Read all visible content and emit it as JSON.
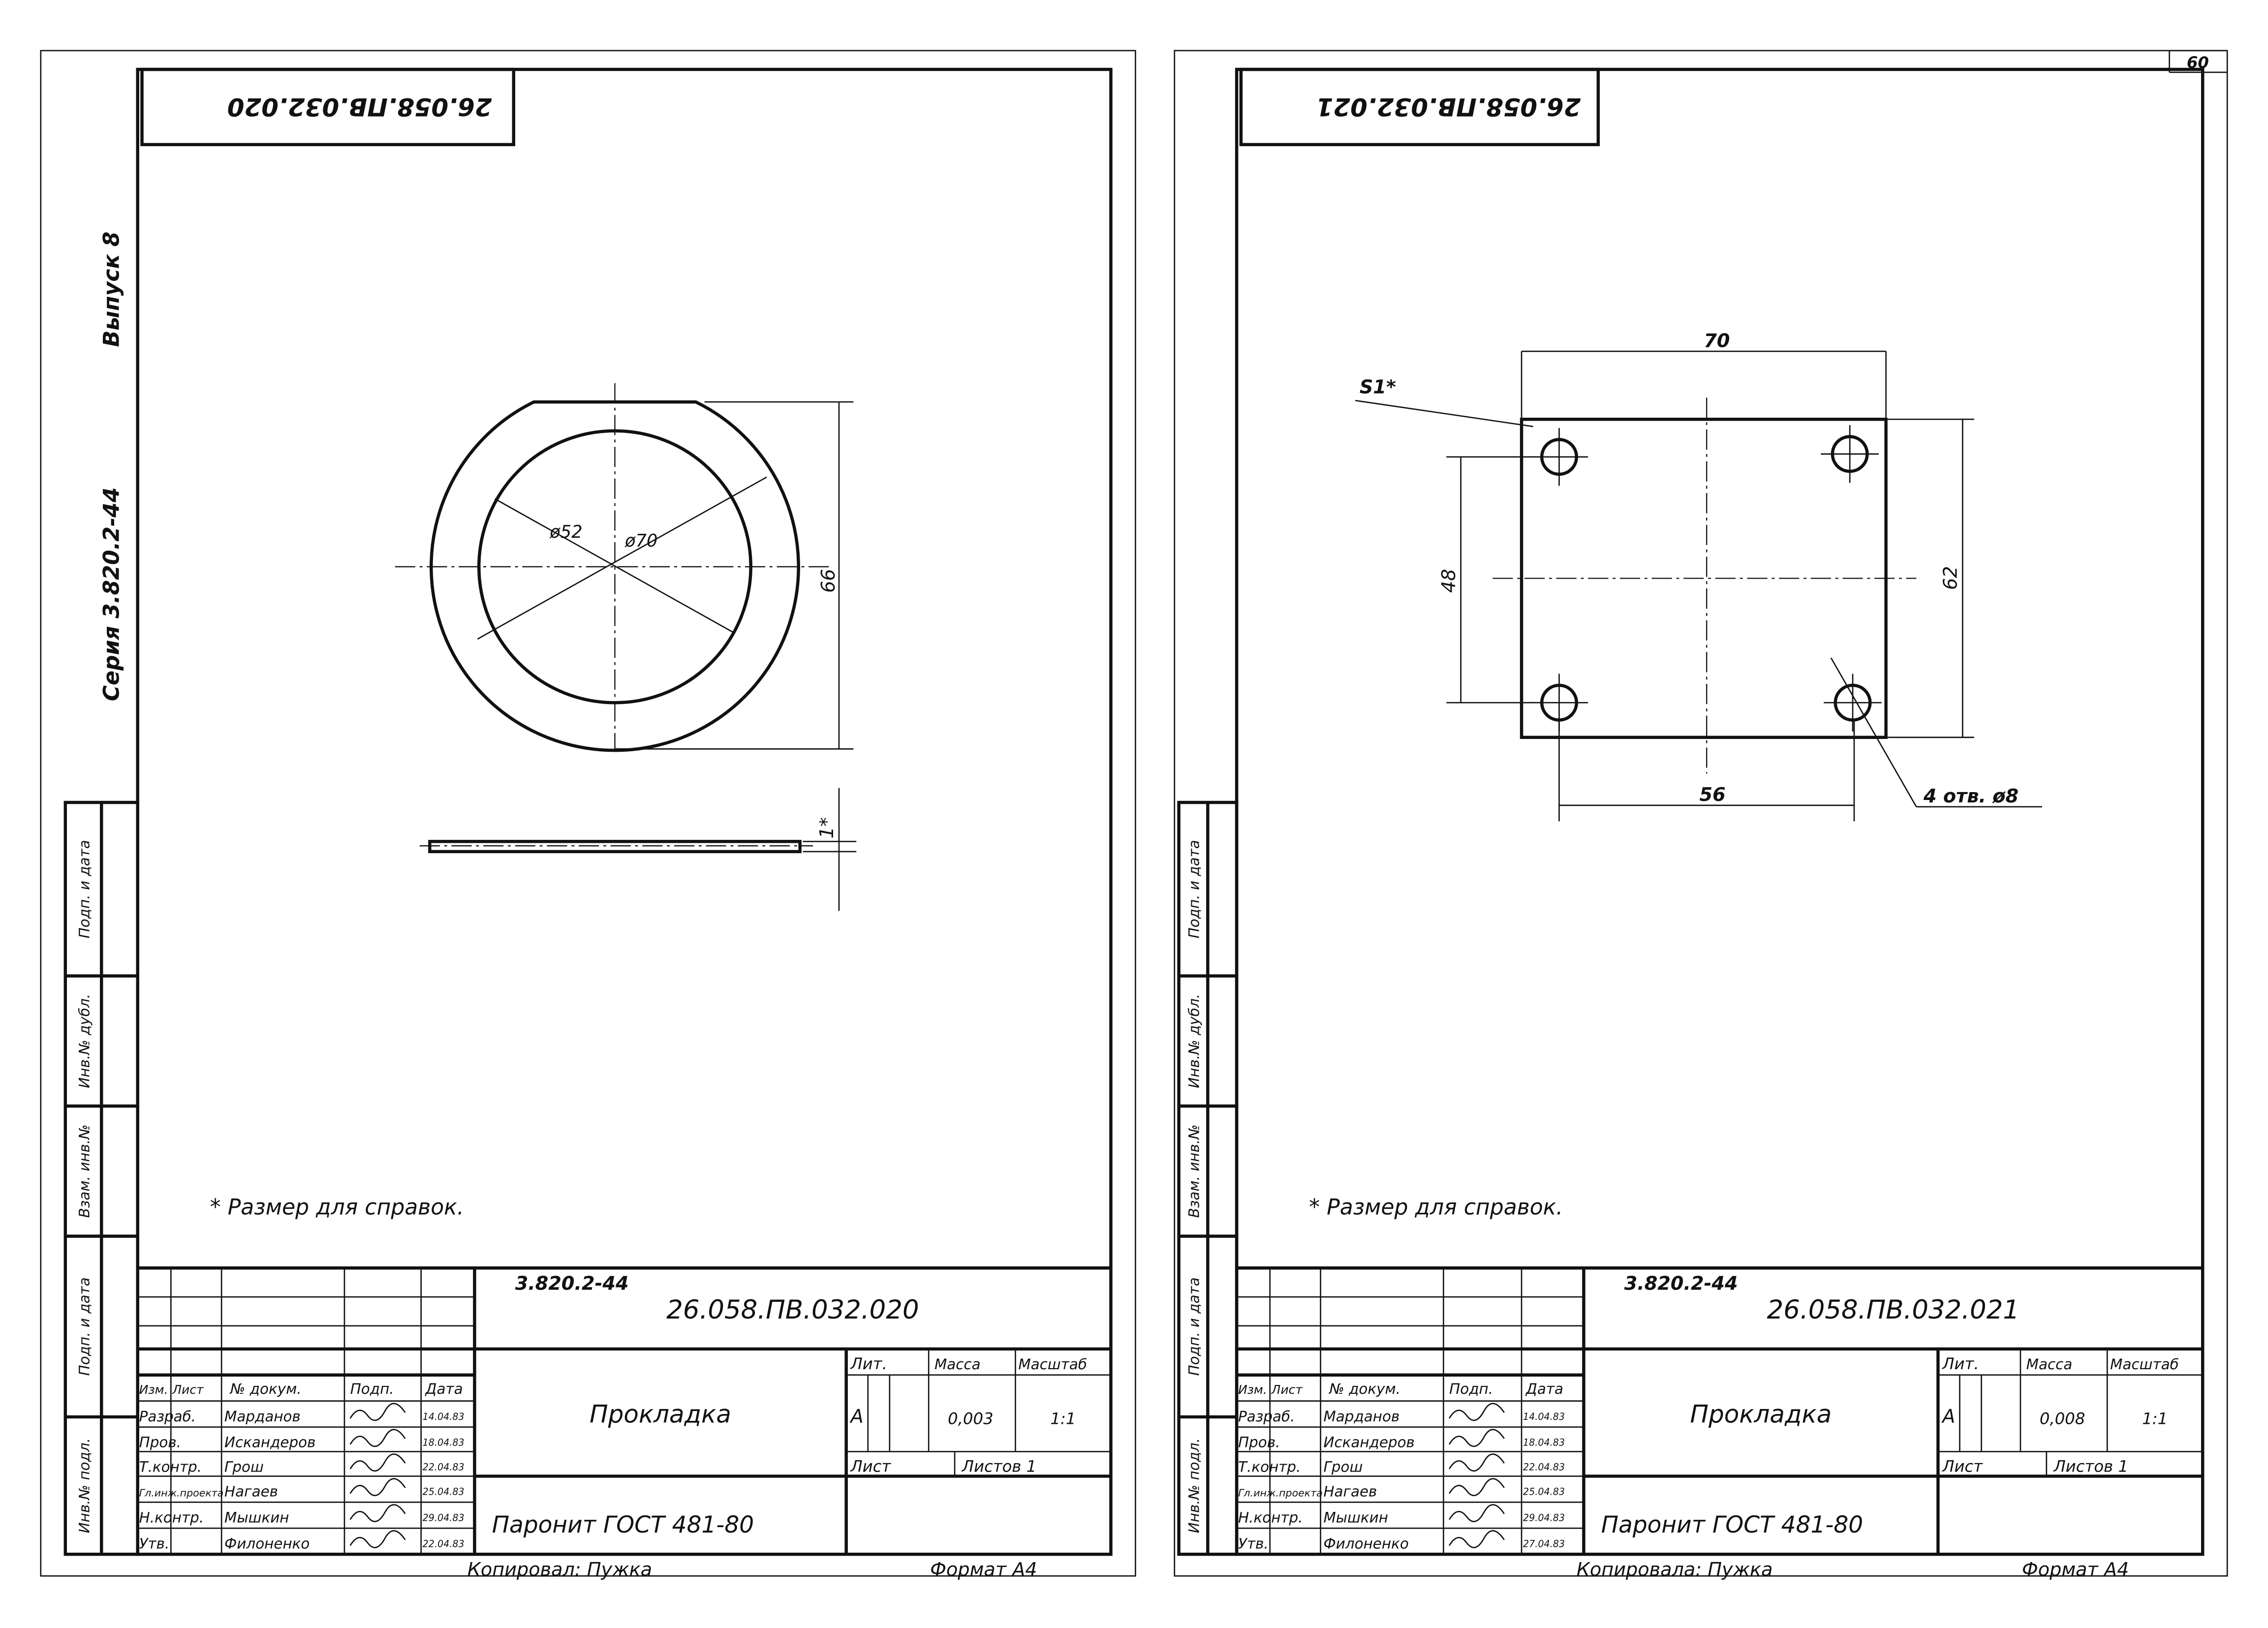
{
  "page_number": "60",
  "series": "Серия 3.820.2-44",
  "issue": "Выпуск 8",
  "side_strip": [
    "Подп. и дата",
    "Инв.№ дубл.",
    "Взам. инв.№",
    "Подп. и дата",
    "Инв.№ подл."
  ],
  "table_headers": {
    "izm": "Изм.",
    "list": "Лист",
    "doc": "№ докум.",
    "sign": "Подп.",
    "date": "Дата",
    "lit": "Лит.",
    "mass": "Масса",
    "scale": "Масштаб",
    "sheet": "Лист",
    "sheets": "Листов 1"
  },
  "sheets": [
    {
      "stamp": "26.058.ПВ.032.020",
      "series_code": "3.820.2-44",
      "designation": "26.058.ПВ.032.020",
      "name": "Прокладка",
      "material": "Паронит  ГОСТ 481-80",
      "lit": "А",
      "mass": "0,003",
      "scale": "1:1",
      "copied": "Копировал:  Пужка",
      "format": "Формат  А4",
      "note": "*  Размер для справок.",
      "people": [
        {
          "role": "Разраб.",
          "name": "Марданов",
          "date": "14.04.83"
        },
        {
          "role": "Пров.",
          "name": "Искандеров",
          "date": "18.04.83"
        },
        {
          "role": "Т.контр.",
          "name": "Грош",
          "date": "22.04.83"
        },
        {
          "role": "Гл.инж.проекта",
          "name": "Нагаев",
          "date": "25.04.83"
        },
        {
          "role": "Н.контр.",
          "name": "Мышкин",
          "date": "29.04.83"
        },
        {
          "role": "Утв.",
          "name": "Филоненко",
          "date": "22.04.83"
        }
      ],
      "dimensions": {
        "inner_dia": "ø52",
        "outer_dia": "ø70",
        "chord": "66",
        "thickness": "1*"
      }
    },
    {
      "stamp": "26.058.ПВ.032.021",
      "series_code": "3.820.2-44",
      "designation": "26.058.ПВ.032.021",
      "name": "Прокладка",
      "material": "Паронит  ГОСТ 481-80",
      "lit": "А",
      "mass": "0,008",
      "scale": "1:1",
      "copied": "Копировала:  Пужка",
      "format": "Формат  А4",
      "note": "*  Размер для справок.",
      "people": [
        {
          "role": "Разраб.",
          "name": "Марданов",
          "date": "14.04.83"
        },
        {
          "role": "Пров.",
          "name": "Искандеров",
          "date": "18.04.83"
        },
        {
          "role": "Т.контр.",
          "name": "Грош",
          "date": "22.04.83"
        },
        {
          "role": "Гл.инж.проекта",
          "name": "Нагаев",
          "date": "25.04.83"
        },
        {
          "role": "Н.контр.",
          "name": "Мышкин",
          "date": "29.04.83"
        },
        {
          "role": "Утв.",
          "name": "Филоненко",
          "date": "27.04.83"
        }
      ],
      "dimensions": {
        "width": "70",
        "thickness": "S1*",
        "hole_pitch_v": "48",
        "height": "62",
        "hole_pitch_h": "56",
        "holes": "4 отв. ø8"
      }
    }
  ]
}
